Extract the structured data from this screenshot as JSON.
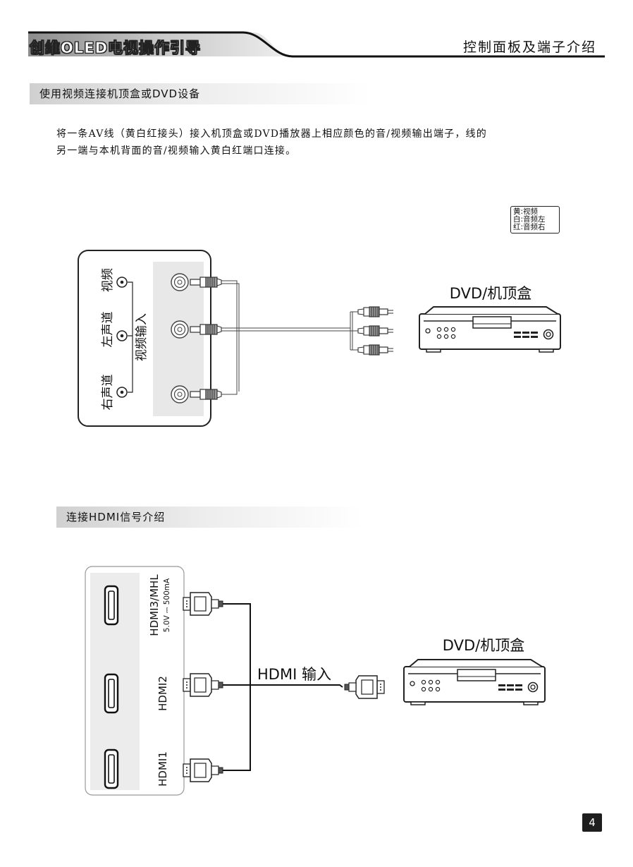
{
  "header": {
    "left_title": "创维OLED电视操作引导",
    "right_title": "控制面板及端子介绍"
  },
  "section_av": {
    "title": "使用视频连接机顶盒或DVD设备",
    "paragraph_line1": "将一条AV线（黄白红接头）接入机顶盒或DVD播放器上相应颜色的音/视频输出端子，线的",
    "paragraph_line2": "另一端与本机背面的音/视频输入黄白红端口连接。",
    "legend": [
      "黄:视频",
      "白:音频左",
      "红:音频右"
    ],
    "port_labels": {
      "video": "视频",
      "left": "左声道",
      "right": "右声道",
      "group": "视频输入"
    },
    "device_label": "DVD/机顶盒"
  },
  "section_hdmi": {
    "title": "连接HDMI信号介绍",
    "ports": [
      "HDMI3/MHL",
      "HDMI2",
      "HDMI1"
    ],
    "port3_spec": "5.0V ⎓ 500mA",
    "cable_label": "HDMI 输入",
    "device_label": "DVD/机顶盒"
  },
  "page_number": "4"
}
